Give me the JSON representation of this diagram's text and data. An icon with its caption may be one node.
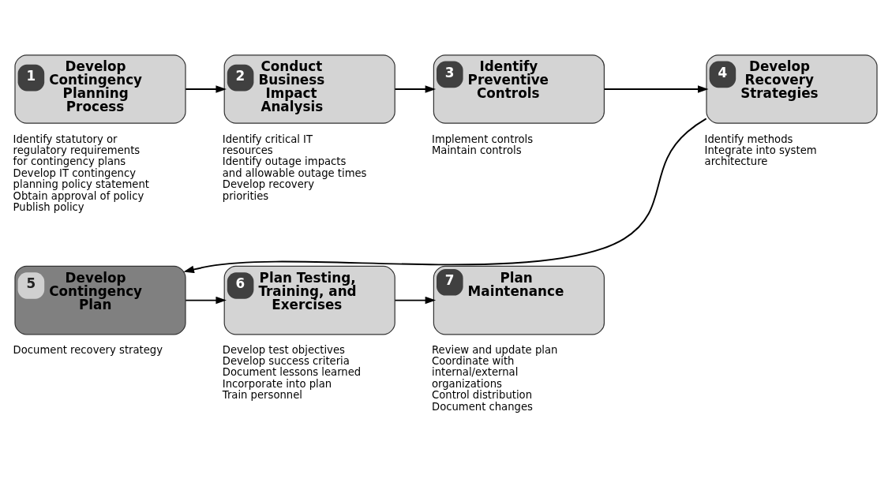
{
  "diagram": {
    "nodes": [
      {
        "text": [
          "1",
          "Develop Contingency Planning Process"
        ],
        "beside": [
          "Identify statutory or regulatory requirements for contingency plans",
          "Develop IT contingency planning policy statement",
          "Obtain approval of policy",
          "Publish policy"
        ]
      },
      {
        "text": [
          "2",
          "Conduct Business Impact Analysis"
        ],
        "beside": [
          "Identify critical IT resources",
          "Identify outage impacts and allowable outage times",
          "Develop recovery priorities"
        ]
      },
      {
        "text": [
          "3",
          "Identify Preventive Controls"
        ],
        "beside": [
          "Implement controls",
          "Maintain controls"
        ]
      },
      {
        "text": [
          "4",
          "Develop Recovery Strategies"
        ],
        "beside": [
          "Identify methods",
          "Integrate into system architecture"
        ]
      },
      {
        "text": [
          "5",
          "Develop Contingency Plan"
        ],
        "beside": [
          "Document recovery strategy"
        ]
      },
      {
        "text": [
          "6",
          "Plan Testing, Training, and Exercises"
        ],
        "beside": [
          "Develop test objectives",
          "Develop success criteria",
          "Document lessons learned",
          "Incorporate into plan",
          "Train personnel"
        ]
      },
      {
        "text": [
          "7",
          "Plan Maintenance"
        ],
        "beside": [
          "Review and update plan",
          "Coordinate with internal/external organizations",
          "Control distribution",
          "Document changes"
        ]
      }
    ],
    "edges": [
      {
        "from": 0,
        "to": 1,
        "arrow": "to"
      },
      {
        "from": 1,
        "to": 2,
        "arrow": "to"
      },
      {
        "from": 2,
        "to": 3,
        "arrow": "to"
      },
      {
        "from": 3,
        "to": 4,
        "arrow": "to"
      },
      {
        "from": 4,
        "to": 5,
        "arrow": "to"
      },
      {
        "from": 5,
        "to": 6,
        "arrow": "to"
      }
    ]
  }
}
